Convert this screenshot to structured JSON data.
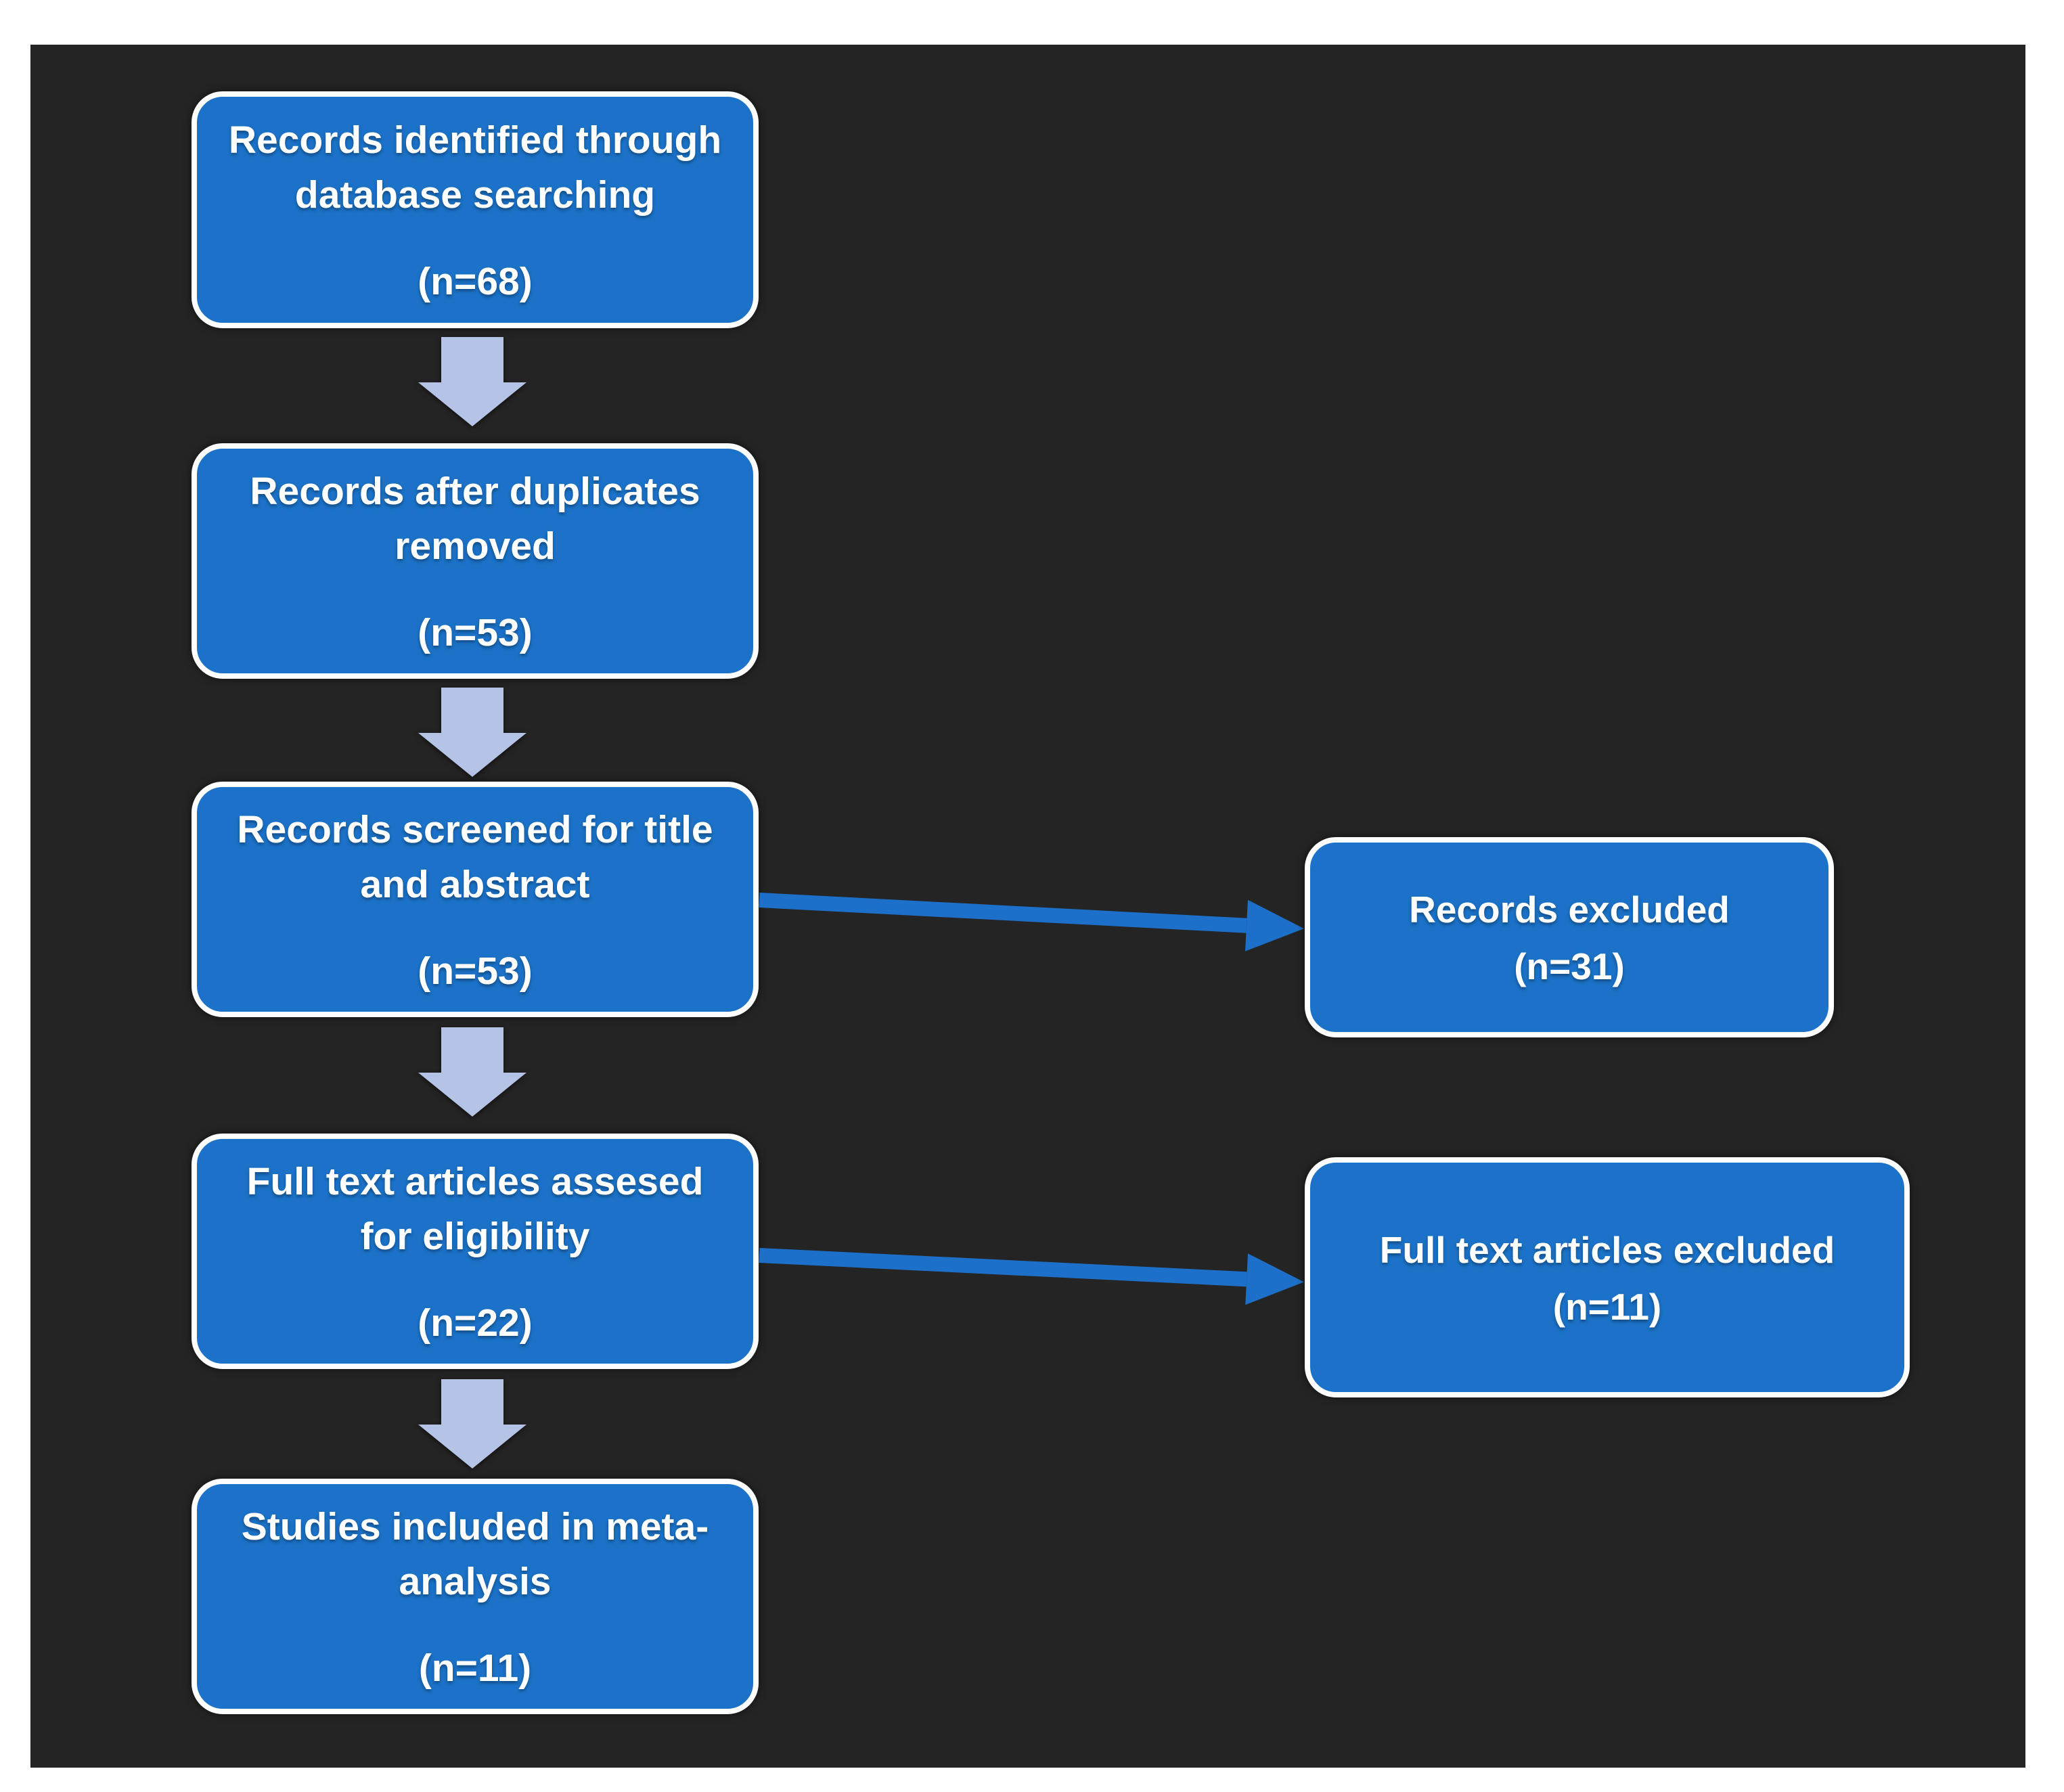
{
  "flowchart": {
    "main_boxes": [
      {
        "title": "Records identified through\ndatabase searching",
        "n_label": "(n=68)"
      },
      {
        "title": "Records after duplicates\nremoved",
        "n_label": "(n=53)"
      },
      {
        "title": "Records screened for title\nand abstract",
        "n_label": "(n=53)"
      },
      {
        "title": "Full text articles assesed\nfor eligibility",
        "n_label": "(n=22)"
      },
      {
        "title": "Studies included in meta-\nanalysis",
        "n_label": "(n=11)"
      }
    ],
    "side_boxes": [
      {
        "title": "Records excluded",
        "n_label": "(n=31)"
      },
      {
        "title": "Full text articles excluded",
        "n_label": "(n=11)"
      }
    ],
    "colors": {
      "background": "#ffffff",
      "panel": "#242424",
      "box_fill": "#1b72c8",
      "box_border": "#ffffff",
      "text": "#ffffff",
      "down_arrow": "#b4c3e6",
      "side_arrow": "#1d70c9"
    }
  }
}
